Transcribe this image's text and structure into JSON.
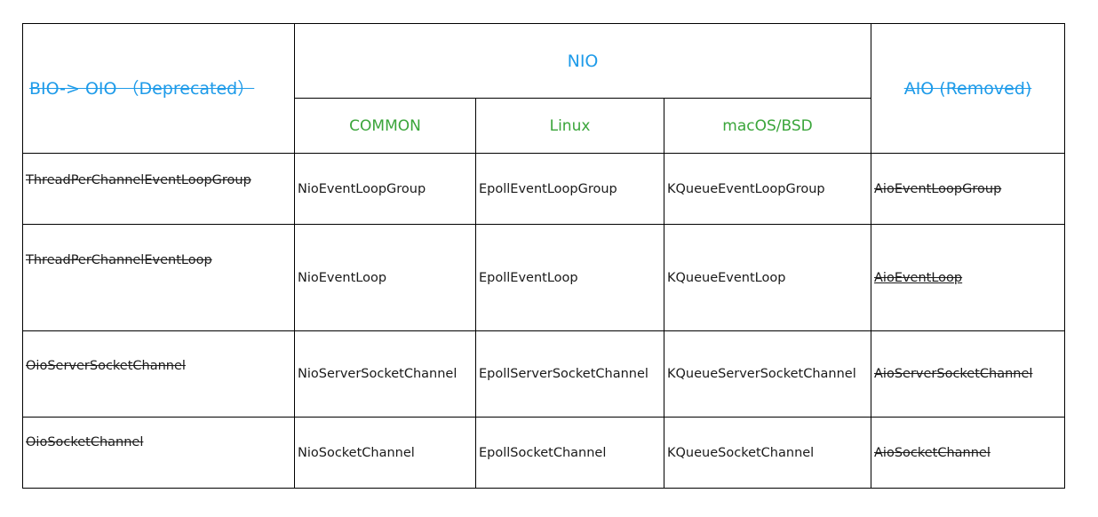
{
  "header": {
    "bio": "BIO-> OIO （Deprecated）",
    "nio": "NIO",
    "aio": "AIO (Removed)",
    "common": "COMMON",
    "linux": "Linux",
    "macos": "macOS/BSD"
  },
  "rows": [
    {
      "oio": "ThreadPerChannelEventLoopGroup",
      "common": "NioEventLoopGroup",
      "linux": "EpollEventLoopGroup",
      "macos": "KQueueEventLoopGroup",
      "aio": "AioEventLoopGroup"
    },
    {
      "oio": "ThreadPerChannelEventLoop",
      "common": "NioEventLoop",
      "linux": "EpollEventLoop",
      "macos": "KQueueEventLoop",
      "aio": "AioEventLoop"
    },
    {
      "oio": "OioServerSocketChannel",
      "common": "NioServerSocketChannel",
      "linux": "EpollServerSocketChannel",
      "macos": "KQueueServerSocketChannel",
      "aio": "AioServerSocketChannel"
    },
    {
      "oio": "OioSocketChannel",
      "common": "NioSocketChannel",
      "linux": "EpollSocketChannel",
      "macos": "KQueueSocketChannel",
      "aio": "AioSocketChannel"
    }
  ],
  "colors": {
    "header_blue": "#1e9be9",
    "header_green": "#3aa53a",
    "border": "#000000"
  }
}
